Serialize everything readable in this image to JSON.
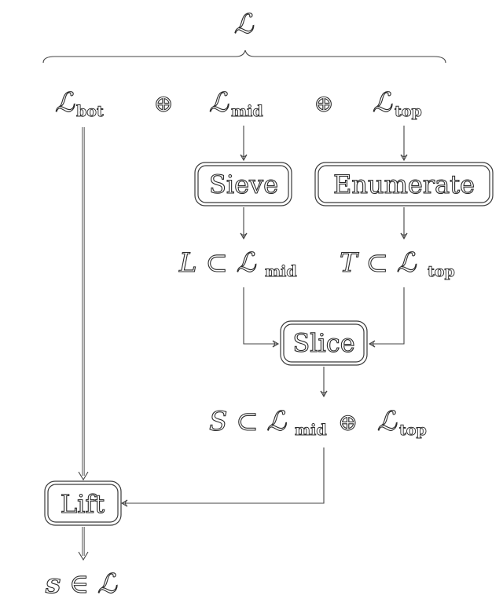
{
  "top_symbol": "ℒ",
  "parts": {
    "bot": {
      "base": "ℒ",
      "sub": "bot"
    },
    "mid": {
      "base": "ℒ",
      "sub": "mid"
    },
    "top": {
      "base": "ℒ",
      "sub": "top"
    }
  },
  "operator": "⊕",
  "boxes": {
    "sieve": "Sieve",
    "enumerate": "Enumerate",
    "slice": "Slice",
    "lift": "Lift"
  },
  "sets": {
    "L": {
      "var": "L",
      "rel": " ⊂ ",
      "base": "ℒ",
      "sub": "mid"
    },
    "T": {
      "var": "T",
      "rel": " ⊂ ",
      "base": "ℒ",
      "sub": "top"
    },
    "S": {
      "var": "S",
      "rel": " ⊂ ",
      "base1": "ℒ",
      "sub1": "mid",
      "op": " ⊕ ",
      "base2": "ℒ",
      "sub2": "top"
    },
    "s": {
      "var": "s",
      "rel": " ∈ ",
      "base": "ℒ"
    }
  }
}
